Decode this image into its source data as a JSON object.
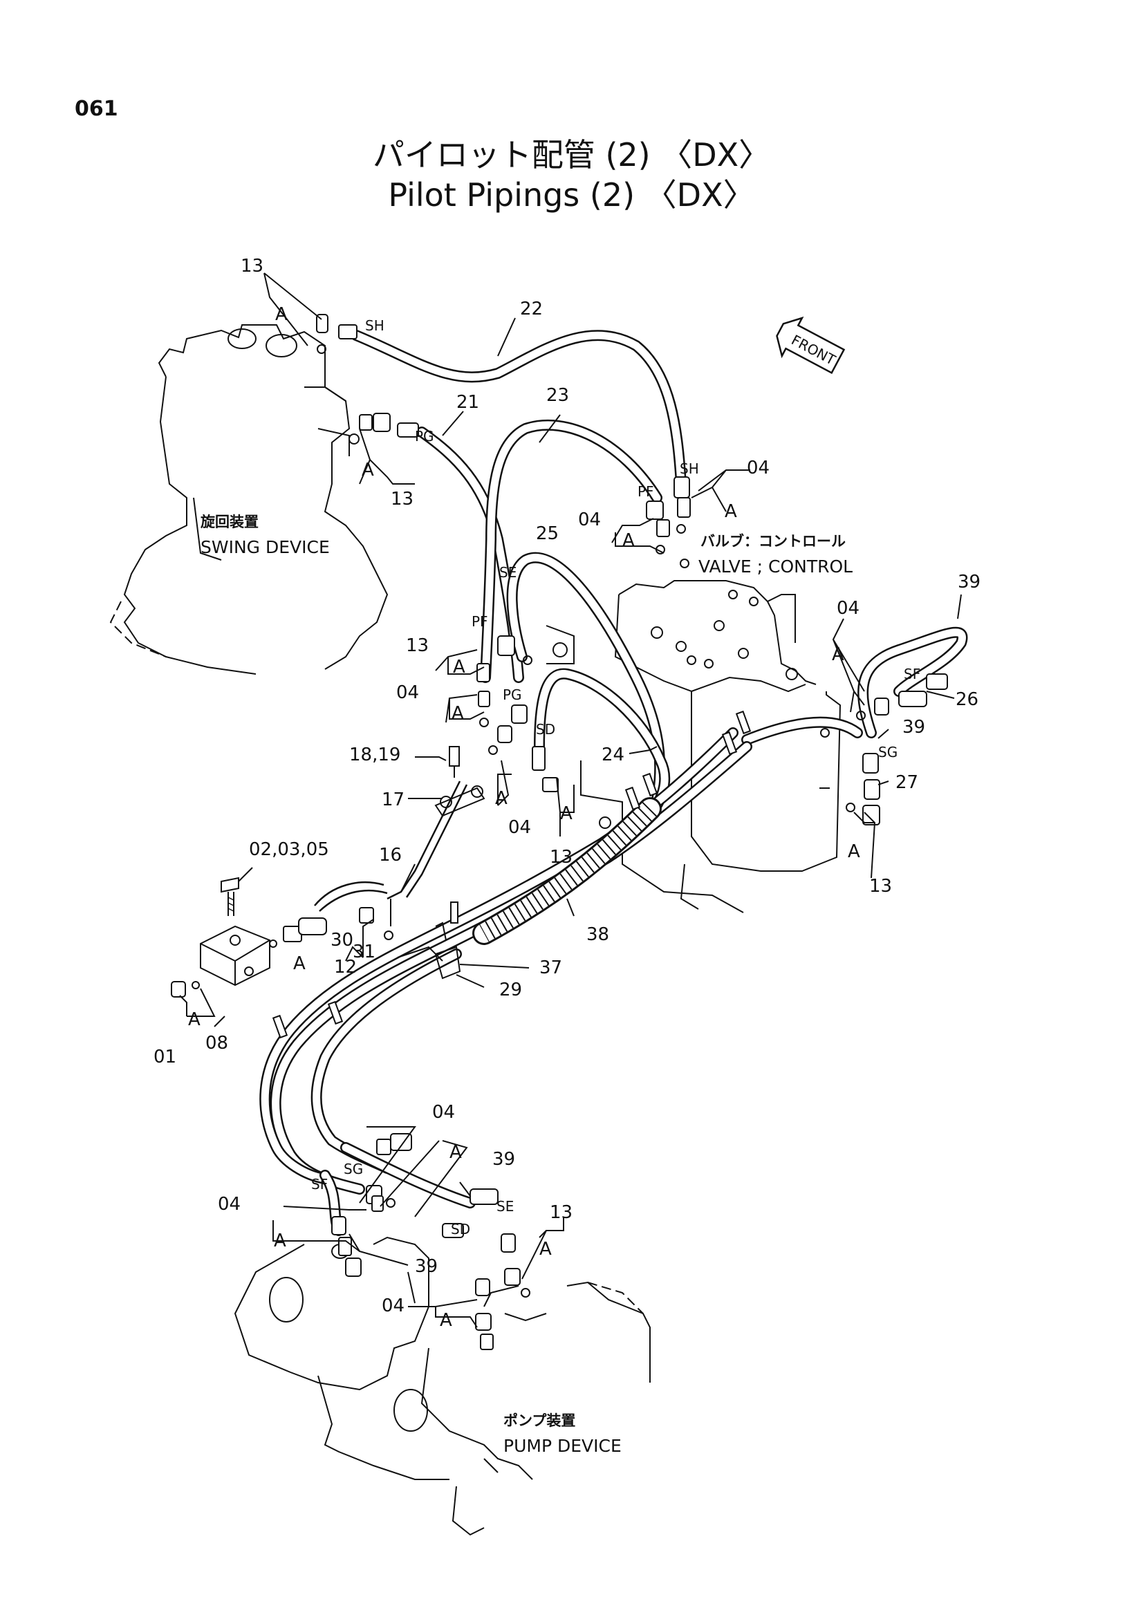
{
  "page_number": "061",
  "title_ja": "パイロット配管 (2) 〈DX〉",
  "title_en": "Pilot Pipings (2) 〈DX〉",
  "front_label": "FRONT",
  "devices": {
    "swing_ja": "旋回装置",
    "swing_en": "SWING DEVICE",
    "valve_ja": "バルブ：コントロール",
    "valve_en": "VALVE ; CONTROL",
    "pump_ja": "ポンプ装置",
    "pump_en": "PUMP DEVICE"
  },
  "callouts": {
    "p13_top": "13",
    "p22": "22",
    "p21": "21",
    "p23": "23",
    "p13_swing": "13",
    "p04_valve_right": "04",
    "p04_valve_left": "04",
    "p25": "25",
    "p39_top": "39",
    "p13_mid": "13",
    "p04_right": "04",
    "p26": "26",
    "p04_mid": "04",
    "p39_right": "39",
    "p18_19": "18,19",
    "p24": "24",
    "p27": "27",
    "p17": "17",
    "p04_lower": "04",
    "p13_lower": "13",
    "p13_right": "13",
    "p02_03_05": "02,03,05",
    "p16": "16",
    "p38": "38",
    "p30": "30",
    "p31": "31",
    "p12": "12",
    "p37": "37",
    "p29": "29",
    "p01": "01",
    "p08": "08",
    "p04_pump": "04",
    "p39_pump": "39",
    "p04_pump_left": "04",
    "p13_pump": "13",
    "p39_pump_low": "39",
    "p04_pump_low": "04"
  },
  "port_codes": {
    "sh_top": "SH",
    "pg_top": "PG",
    "pf_top": "PF",
    "sh_valve": "SH",
    "se_mid": "SE",
    "pf_mid": "PF",
    "pg_mid": "PG",
    "sd_mid": "SD",
    "sf_right": "SF",
    "sg_right": "SG",
    "sg_pump": "SG",
    "sf_pump": "SF",
    "se_pump": "SE",
    "sd_pump": "SD"
  },
  "a_marker": "A"
}
